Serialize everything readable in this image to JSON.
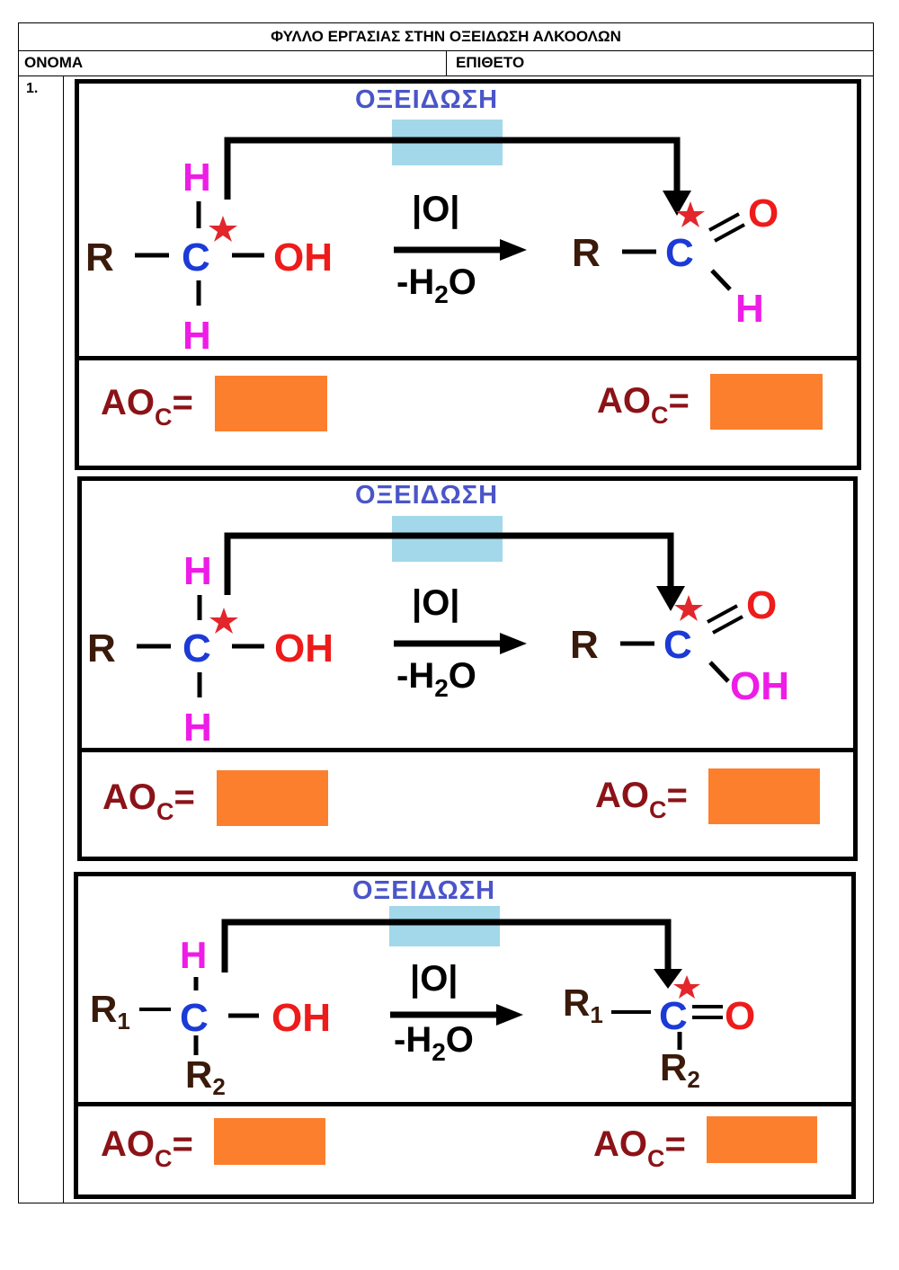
{
  "header": {
    "title": "ΦΥΛΛΟ ΕΡΓΑΣΙΑΣ ΣΤΗΝ ΟΞΕΙΔΩΣΗ ΑΛΚΟΟΛΩΝ",
    "name_label": "ΟΝΟΜΑ",
    "surname_label": "ΕΠΙΘΕΤΟ"
  },
  "question_number": "1.",
  "oxidation_label": "ΟΞΕΙΔΩΣΗ",
  "ao_label": "AO",
  "ao_sub": "C",
  "ao_eq": "=",
  "reagent": "|O|",
  "byproduct": "-H",
  "byproduct_sub": "2",
  "byproduct_tail": "O",
  "atoms": {
    "R": "R",
    "C": "C",
    "H": "H",
    "OH": "OH",
    "O": "O",
    "R1": "R",
    "R1_sub": "1",
    "R2": "R",
    "R2_sub": "2"
  },
  "colors": {
    "carbon": "#1b3ad6",
    "hydrogen": "#ee1ce6",
    "oxygen": "#ee1b1b",
    "R_group": "#3a1a0a",
    "star": "#e3262b",
    "oxidation_label": "#4a55c8",
    "ao_text": "#8b1318",
    "blue_box": "#a2d8ea",
    "orange_box": "#fb7f2d"
  }
}
